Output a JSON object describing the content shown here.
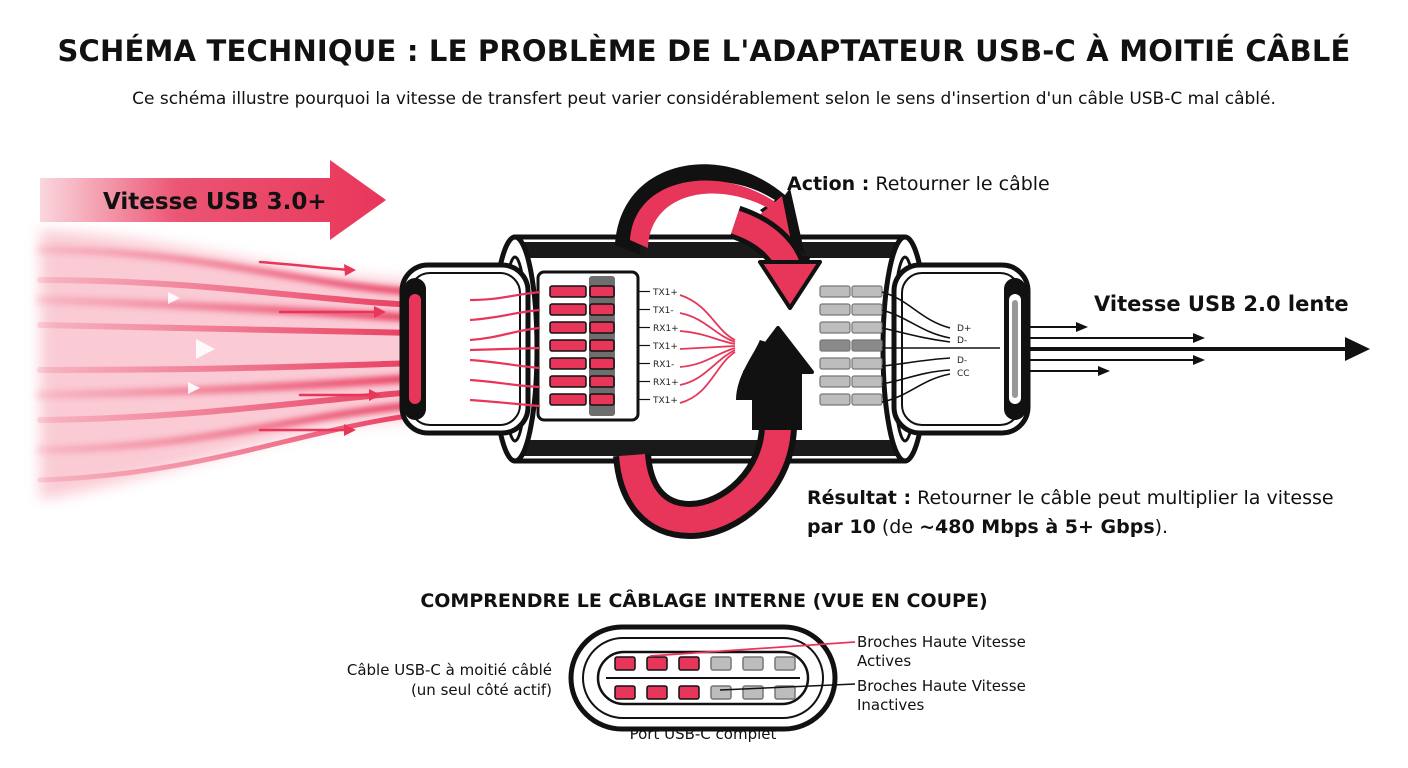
{
  "header": {
    "title": "SCHÉMA TECHNIQUE : LE PROBLÈME DE L'ADAPTATEUR USB-C À MOITIÉ CÂBLÉ",
    "subtitle": "Ce schéma illustre pourquoi la vitesse de transfert peut varier considérablement selon le sens d'insertion d'un câble USB-C mal câblé."
  },
  "left_flow": {
    "label": "Vitesse USB 3.0+"
  },
  "left_pins": {
    "labels": [
      "TX1+",
      "TX1-",
      "RX1+",
      "TX1+",
      "RX1-",
      "RX1+",
      "TX1+"
    ]
  },
  "right_pins": {
    "labels": [
      "D+",
      "D-",
      "D-",
      "CC"
    ]
  },
  "action": {
    "label_bold": "Action :",
    "label_rest": " Retourner le câble"
  },
  "right_flow": {
    "label": "Vitesse USB 2.0 lente"
  },
  "result": {
    "line1_bold": "Résultat :",
    "line1_rest": " Retourner le câble peut multiplier la vitesse",
    "line2_bold": "par 10",
    "line2_rest": " (de ",
    "line2_bold2": "~480 Mbps à 5+ Gbps",
    "line2_end": ")."
  },
  "cross_section": {
    "heading": "COMPRENDRE LE CÂBLAGE INTERNE (VUE EN COUPE)",
    "left_label_1": "Câble USB-C à moitié câblé",
    "left_label_2": "(un seul côté actif)",
    "bottom_label": "Port USB-C complet",
    "active_label_1": "Broches Haute Vitesse",
    "active_label_2": "Actives",
    "inactive_label_1": "Broches Haute Vitesse",
    "inactive_label_2": "Inactives"
  },
  "colors": {
    "accent": "#e8365a",
    "accent_dark": "#c41d3e",
    "pin_gray": "#bdbdbd",
    "outline": "#111111"
  }
}
